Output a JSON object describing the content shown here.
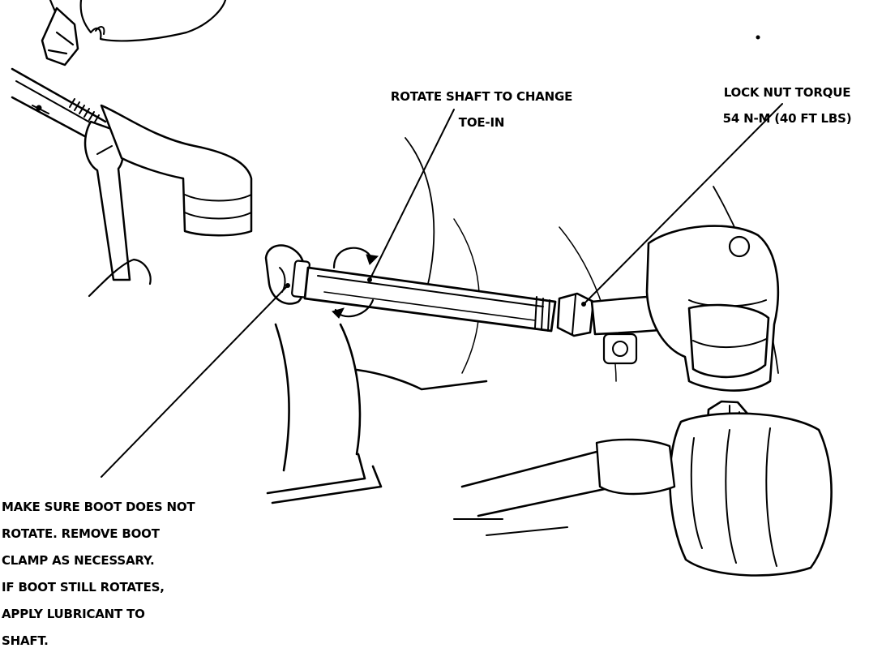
{
  "callouts": {
    "rotate_shaft": {
      "line1": "ROTATE SHAFT TO CHANGE",
      "line2": "TOE-IN"
    },
    "lock_nut": {
      "line1": "LOCK NUT TORQUE",
      "line2": "54 N-M (40 FT LBS)"
    },
    "boot": {
      "line1": "MAKE SURE BOOT DOES NOT",
      "line2": "ROTATE. REMOVE BOOT",
      "line3": "CLAMP AS NECESSARY.",
      "line4": "IF BOOT STILL ROTATES,",
      "line5": "APPLY LUBRICANT TO",
      "line6": "SHAFT."
    }
  }
}
